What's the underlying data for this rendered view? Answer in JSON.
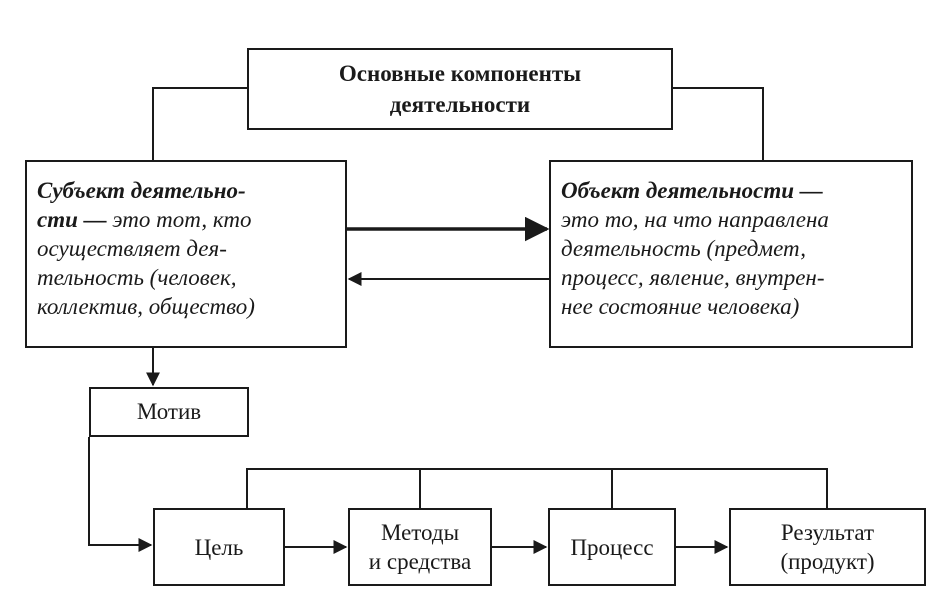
{
  "root": {
    "line1": "Основные компоненты",
    "line2": "деятельности"
  },
  "subject": {
    "term": "Субъект деятельно-",
    "term_cont": "сти —",
    "lines": [
      " это тот, кто",
      "осуществляет дея-",
      "тельность (человек,",
      "коллектив, общество)"
    ]
  },
  "object": {
    "term": "Объект деятельности —",
    "lines": [
      "это то, на что направлена",
      "деятельность (предмет,",
      "процесс, явление, внутрен-",
      "нее состояние человека)"
    ]
  },
  "motive": {
    "label": "Мотив"
  },
  "steps": {
    "goal": "Цель",
    "methods_line1": "Методы",
    "methods_line2": "и средства",
    "process": "Процесс",
    "result_line1": "Результат",
    "result_line2": "(продукт)"
  },
  "colors": {
    "line": "#1a1a1a",
    "background": "#ffffff"
  }
}
